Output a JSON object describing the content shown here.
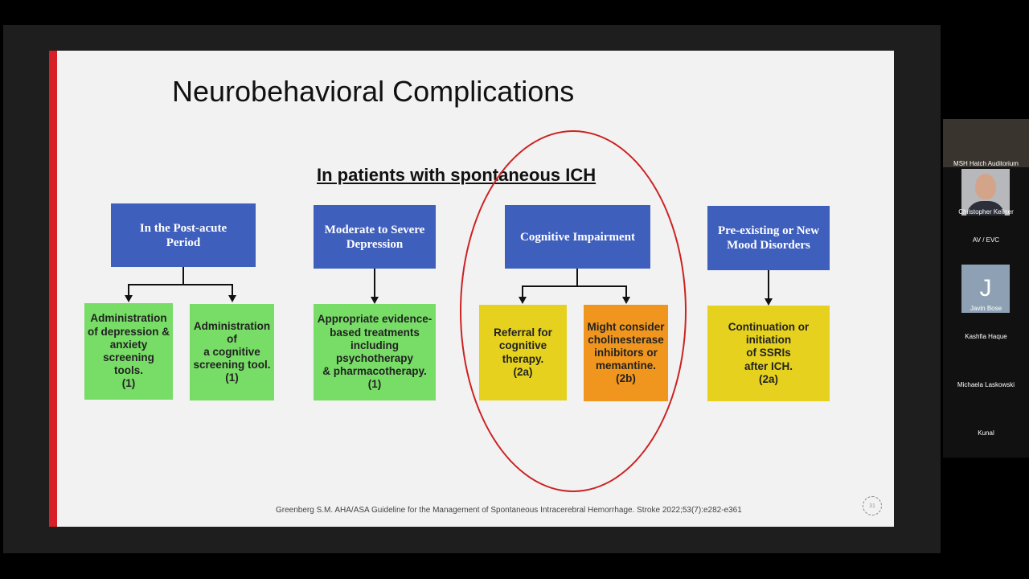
{
  "slide": {
    "title": "Neurobehavioral Complications",
    "subtitle": "In patients with spontaneous ICH",
    "categories": {
      "post_acute": "In the Post-acute\nPeriod",
      "depression": "Moderate to Severe\nDepression",
      "cognitive": "Cognitive Impairment",
      "mood": "Pre-existing or New\nMood Disorders"
    },
    "recommendations": {
      "screening_depression": "Administration\nof depression &\nanxiety screening\ntools.\n(1)",
      "screening_cognitive": "Administration of\na cognitive\nscreening tool.\n(1)",
      "treatments": "Appropriate evidence-\nbased treatments\nincluding psychotherapy\n& pharmacotherapy.\n(1)",
      "referral": "Referral for\ncognitive therapy.\n(2a)",
      "cholinesterase": "Might consider\ncholinesterase\ninhibitors or\nmemantine.\n(2b)",
      "ssri": "Continuation or initiation\nof SSRIs\nafter ICH.\n(2a)"
    },
    "citation": "Greenberg S.M. AHA/ASA Guideline for the Management of Spontaneous Intracerebral Hemorrhage. Stroke 2022;53(7):e282-e361",
    "slide_number": "31",
    "colors": {
      "blue": "#3f5fbd",
      "green": "#77dd66",
      "yellow": "#e6d21e",
      "orange": "#f0961e",
      "accent": "#d61f26"
    }
  },
  "participants": [
    {
      "name": "MSH Hatch Auditorium"
    },
    {
      "name": "Christopher Kellner"
    },
    {
      "name": "AV / EVC"
    },
    {
      "name": "Javin Bose",
      "initial": "J"
    },
    {
      "name": "Kashfia Haque"
    },
    {
      "name": "Michaela Laskowski"
    },
    {
      "name": "Kunal"
    }
  ]
}
